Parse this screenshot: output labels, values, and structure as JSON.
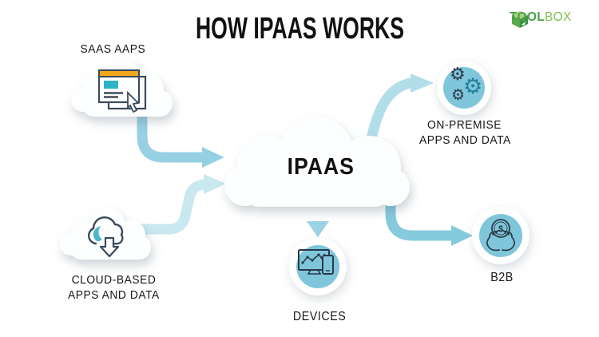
{
  "title": "HOW IPAAS WORKS",
  "logo": {
    "tool": "TOOL",
    "box": "BOX"
  },
  "center": {
    "label": "IPAAS"
  },
  "nodes": {
    "saas": {
      "label": "SAAS AAPS",
      "icon": "browser-window-cursor-icon"
    },
    "cloud_based": {
      "line1": "CLOUD-BASED",
      "line2": "APPS AND DATA",
      "icon": "cloud-download-icon"
    },
    "on_premise": {
      "line1": "ON-PREMISE",
      "line2": "APPS AND DATA",
      "icon": "gears-icon"
    },
    "devices": {
      "label": "DEVICES",
      "icon": "monitor-phone-icon"
    },
    "b2b": {
      "label": "B2B",
      "icon": "hands-coin-icon"
    }
  },
  "icons": {
    "gear": "⚙",
    "dollar": "$"
  },
  "colors": {
    "arrow_saas_to_ipaas": "#97d0e2",
    "arrow_cloudbased_to_ipaas": "#c9e8ef",
    "arrow_ipaas_to_onpremise": "#b2deea",
    "arrow_ipaas_to_devices": "#9bd2e4",
    "arrow_ipaas_to_b2b": "#86cade",
    "node_circle_teal": "#7fc6da",
    "icon_outline": "#2b3a4a",
    "accent_yellow": "#f3a81b",
    "accent_teal": "#2db3c6",
    "logo_green_dark": "#4aa147",
    "logo_green_light": "#82bf52",
    "text_black": "#161616"
  }
}
